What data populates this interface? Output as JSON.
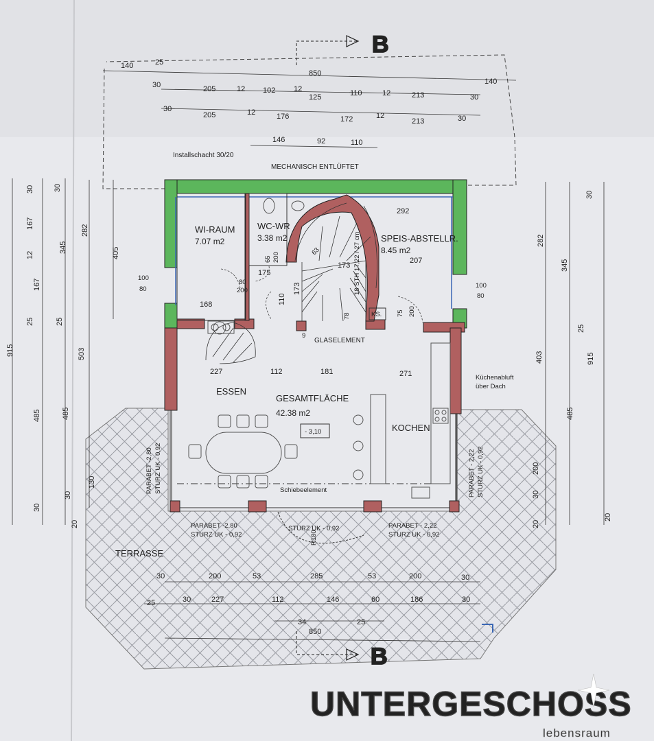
{
  "title": "UNTERGESCHOSS",
  "brand": "lebensraum",
  "section_marker": "B",
  "rooms": {
    "wi_raum": {
      "name": "WI-RAUM",
      "area": "7.07 m2"
    },
    "wc": {
      "name": "WC-WR",
      "area": "3.38 m2"
    },
    "speis": {
      "name": "SPEIS-ABSTELLR.",
      "area": "8.45 m2"
    },
    "essen": {
      "name": "ESSEN"
    },
    "gesamt": {
      "name": "GESAMTFLÄCHE",
      "area": "42.38 m2"
    },
    "kochen": {
      "name": "KOCHEN"
    },
    "terrasse": {
      "name": "TERRASSE"
    }
  },
  "labels": {
    "installschacht": "Installschacht 30/20",
    "mechanisch": "MECHANISCH ENTLÜFTET",
    "glaselement": "GLASELEMENT",
    "kuechenabluft_1": "Küchenabluft",
    "kuechenabluft_2": "über Dach",
    "level": "- 3,10",
    "schiebeelement": "Schiebeelement",
    "ks": "KS.",
    "stair": "18 STH 17,22 / 27 cm",
    "radius": "R180",
    "parabet_left_1": "PARABET -2,80",
    "sturz_left_1": "STURZ UK - 0,92",
    "parabet_right_1": "PARABET - 2,22",
    "sturz_right_1": "STURZ UK - 0,92",
    "parabet_bl": "PARABET -2,80",
    "sturz_bl": "STURZ UK - 0,92",
    "sturz_bc": "STURZ UK - 0,92",
    "parabet_br": "PARABET - 2,22",
    "sturz_br": "STURZ UK - 0,92"
  },
  "dims": {
    "top": {
      "r1": [
        "140",
        "25",
        "850",
        "140"
      ],
      "r2": [
        "30",
        "205",
        "12",
        "102",
        "12",
        "125",
        "110",
        "12",
        "213",
        "30"
      ],
      "r3": [
        "30",
        "205",
        "12",
        "176",
        "172",
        "12",
        "213",
        "30"
      ],
      "r4": [
        "146",
        "92",
        "110"
      ]
    },
    "bottom": {
      "r1": [
        "30",
        "200",
        "53",
        "285",
        "53",
        "200",
        "30"
      ],
      "r2": [
        "25",
        "30",
        "227",
        "112",
        "146",
        "60",
        "186",
        "30"
      ],
      "r3": [
        "34",
        "25"
      ],
      "total": "850"
    },
    "left": {
      "outer": [
        "915"
      ],
      "r2": [
        "30",
        "167",
        "12",
        "167",
        "25",
        "485",
        "30",
        "20"
      ],
      "r3": [
        "30",
        "345",
        "25",
        "485",
        "30"
      ],
      "r4": [
        "282",
        "503",
        "130"
      ],
      "r5": [
        "405"
      ],
      "window": [
        "100",
        "80"
      ]
    },
    "right": {
      "outer": [
        "915"
      ],
      "r2": [
        "30",
        "345",
        "25",
        "485",
        "20"
      ],
      "r3": [
        "282",
        "403",
        "200",
        "30",
        "20"
      ],
      "window": [
        "100",
        "80"
      ]
    },
    "inner": {
      "d292": "292",
      "d207": "207",
      "d173a": "173",
      "d173b": "173",
      "d63": "63",
      "d65": "65",
      "d200a": "200",
      "d175": "175",
      "d80": "80",
      "d200b": "200",
      "d110": "110",
      "d168": "168",
      "d78": "78",
      "d9": "9",
      "d75": "75",
      "d200c": "200",
      "d227": "227",
      "d112": "112",
      "d181": "181",
      "d271": "271"
    }
  }
}
